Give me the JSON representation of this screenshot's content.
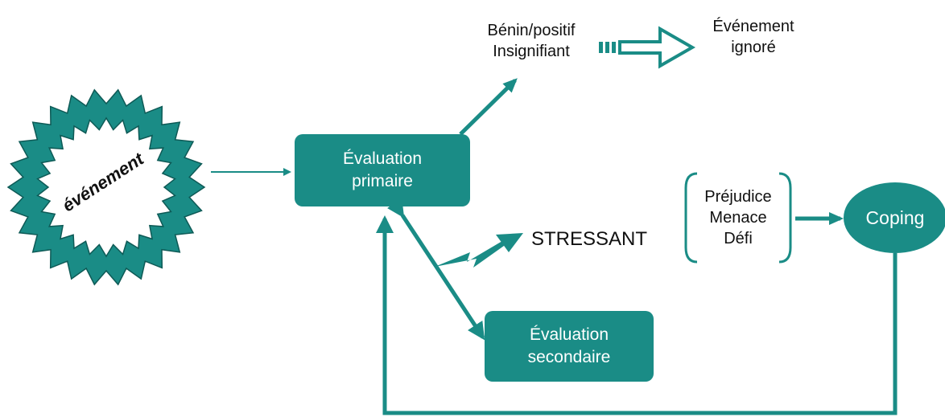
{
  "event_ring": {
    "label": "événement"
  },
  "primary_appraisal": {
    "line1": "Évaluation",
    "line2": "primaire"
  },
  "secondary_appraisal": {
    "line1": "Évaluation",
    "line2": "secondaire"
  },
  "benign_outcome": {
    "line1": "Bénin/positif",
    "line2": "Insignifiant"
  },
  "ignored_outcome": {
    "line1": "Événement",
    "line2": "ignoré"
  },
  "stressful_outcome": {
    "label": "STRESSANT"
  },
  "stress_types": [
    "Préjudice",
    "Menace",
    "Défi"
  ],
  "coping": {
    "label": "Coping"
  },
  "colors": {
    "teal": "#1a8c86",
    "text": "#111111",
    "background": "#ffffff"
  }
}
